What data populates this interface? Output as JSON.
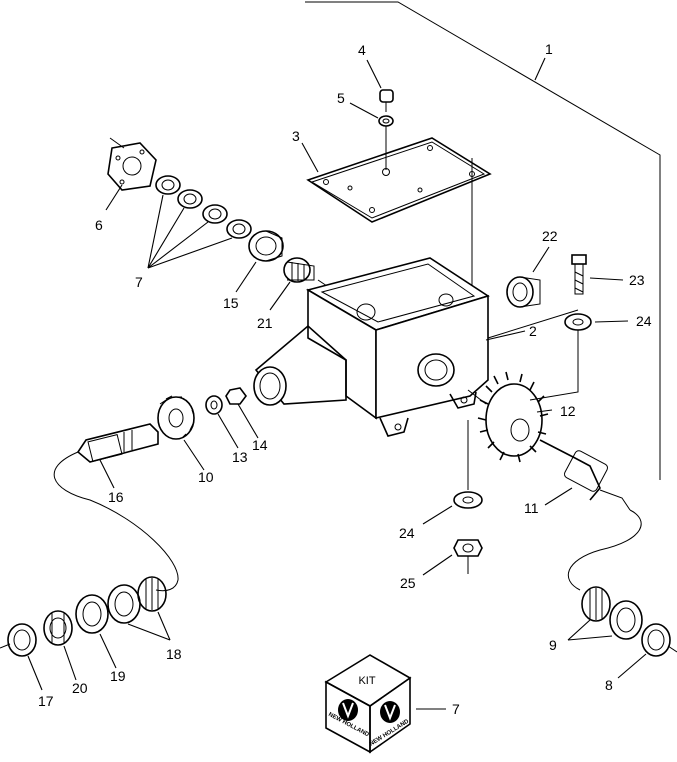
{
  "callouts": {
    "c1": "1",
    "c2": "2",
    "c3": "3",
    "c4": "4",
    "c5": "5",
    "c6": "6",
    "c7a": "7",
    "c7b": "7",
    "c8": "8",
    "c9": "9",
    "c10": "10",
    "c11": "11",
    "c12": "12",
    "c13": "13",
    "c14": "14",
    "c15": "15",
    "c16": "16",
    "c17": "17",
    "c18": "18",
    "c19": "19",
    "c20": "20",
    "c21": "21",
    "c22": "22",
    "c23": "23",
    "c24a": "24",
    "c24b": "24",
    "c25": "25"
  },
  "kit": {
    "label": "KIT",
    "brand_left": "NEW HOLLAND",
    "brand_right": "NEW HOLLAND"
  }
}
